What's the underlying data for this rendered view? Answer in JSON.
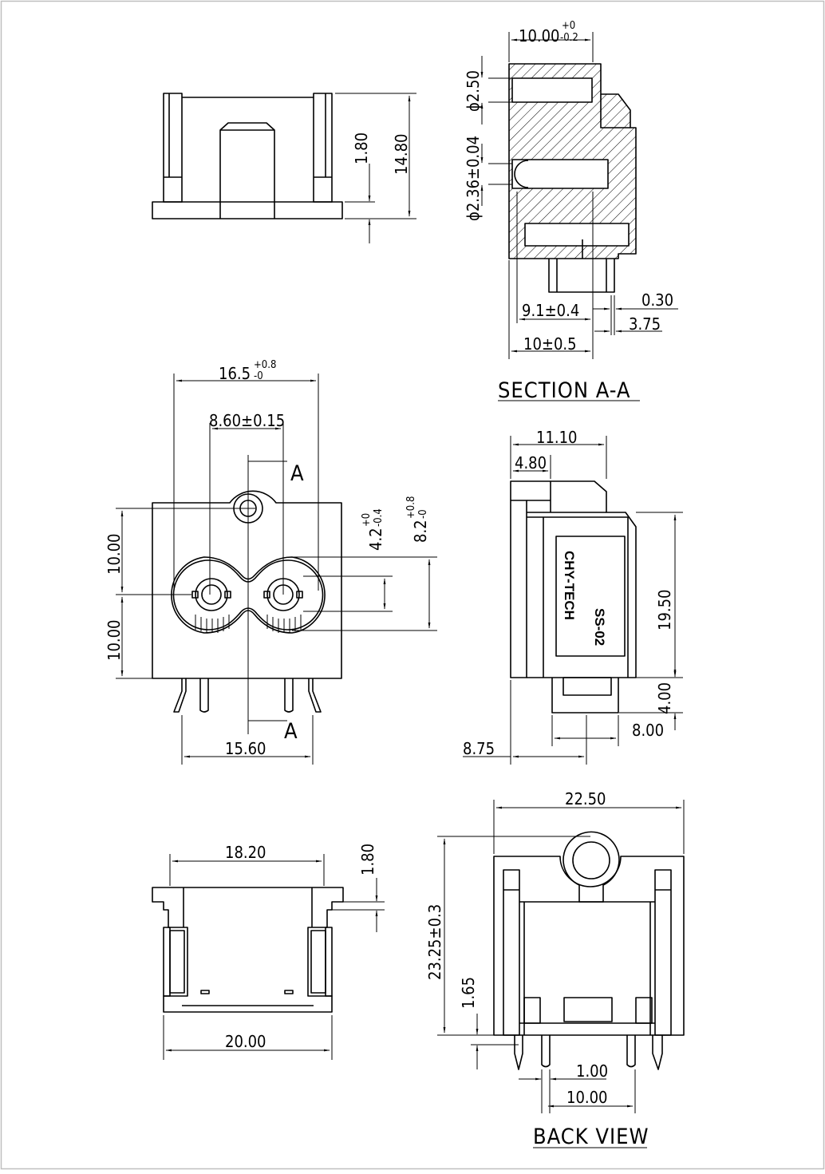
{
  "sheet": {
    "stroke": "#000000",
    "background": "#ffffff",
    "frame": "#bfbfbf"
  },
  "labels": {
    "section_title": "SECTION A-A",
    "back_view_title": "BACK VIEW",
    "section_marker": "A",
    "brand": "CHY-TECH",
    "model": "SS-02"
  },
  "dims": {
    "sec_10_base": "10.00",
    "sec_10_tol_hi": "+0",
    "sec_10_tol_lo": "-0.2",
    "sec_phi_250": "ϕ2.50",
    "sec_phi_236": "ϕ2.36±0.04",
    "sec_030": "0.30",
    "sec_91": "9.1±0.4",
    "sec_375": "3.75",
    "sec_10_05": "10±0.5",
    "top_180": "1.80",
    "top_1480": "14.80",
    "front_165_base": "16.5",
    "front_165_hi": "+0.8",
    "front_165_lo": "-0",
    "front_860": "8.60±0.15",
    "front_42_base": "4.2",
    "front_42_hi": "+0",
    "front_42_lo": "-0.4",
    "front_82_base": "8.2",
    "front_82_hi": "+0.8",
    "front_82_lo": "-0",
    "front_10_top": "10.00",
    "front_10_bottom": "10.00",
    "front_1560": "15.60",
    "side_1110": "11.10",
    "side_480": "4.80",
    "side_1950": "19.50",
    "side_400": "4.00",
    "side_800": "8.00",
    "side_875": "8.75",
    "bottom_1820": "18.20",
    "bottom_180": "1.80",
    "bottom_2000": "20.00",
    "back_2250": "22.50",
    "back_2325": "23.25±0.3",
    "back_165": "1.65",
    "back_100": "1.00",
    "back_1000": "10.00"
  }
}
